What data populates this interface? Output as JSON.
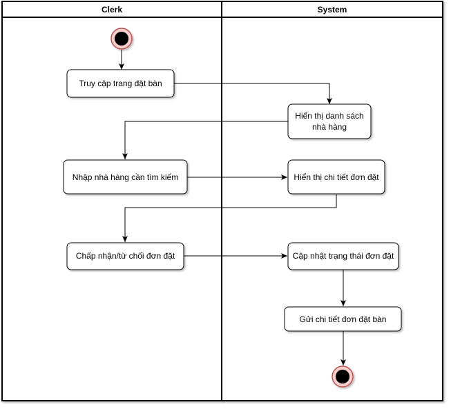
{
  "lanes": [
    {
      "id": "clerk",
      "title": "Clerk"
    },
    {
      "id": "system",
      "title": "System"
    }
  ],
  "nodes": [
    {
      "id": "start",
      "type": "start"
    },
    {
      "id": "n1",
      "type": "action",
      "lines": [
        "Truy cập trang đặt bàn"
      ]
    },
    {
      "id": "n2",
      "type": "action",
      "lines": [
        "Hiển thị danh sách",
        "nhà hàng"
      ]
    },
    {
      "id": "n3",
      "type": "action",
      "lines": [
        "Nhập nhà hàng cần tìm kiếm"
      ]
    },
    {
      "id": "n4",
      "type": "action",
      "lines": [
        "Hiển thị chi tiết đơn đặt"
      ]
    },
    {
      "id": "n5",
      "type": "action",
      "lines": [
        "Chấp nhận/từ chối đơn đặt"
      ]
    },
    {
      "id": "n6",
      "type": "action",
      "lines": [
        "Cập nhật trạng thái đơn đặt"
      ]
    },
    {
      "id": "n7",
      "type": "action",
      "lines": [
        "Gửi chi tiết đơn đặt bàn"
      ]
    },
    {
      "id": "end",
      "type": "end"
    }
  ],
  "edges": [
    {
      "from": "start",
      "to": "n1"
    },
    {
      "from": "n1",
      "to": "n2"
    },
    {
      "from": "n2",
      "to": "n3"
    },
    {
      "from": "n3",
      "to": "n4"
    },
    {
      "from": "n4",
      "to": "n5"
    },
    {
      "from": "n5",
      "to": "n6"
    },
    {
      "from": "n6",
      "to": "n7"
    },
    {
      "from": "n7",
      "to": "end"
    }
  ],
  "colors": {
    "stroke": "#000000",
    "node_fill": "#ffffff",
    "start_fill": "#000000",
    "start_ring": "#b85450",
    "start_ring_fill": "#f8cecc",
    "shadow": "#bbbbbb"
  }
}
